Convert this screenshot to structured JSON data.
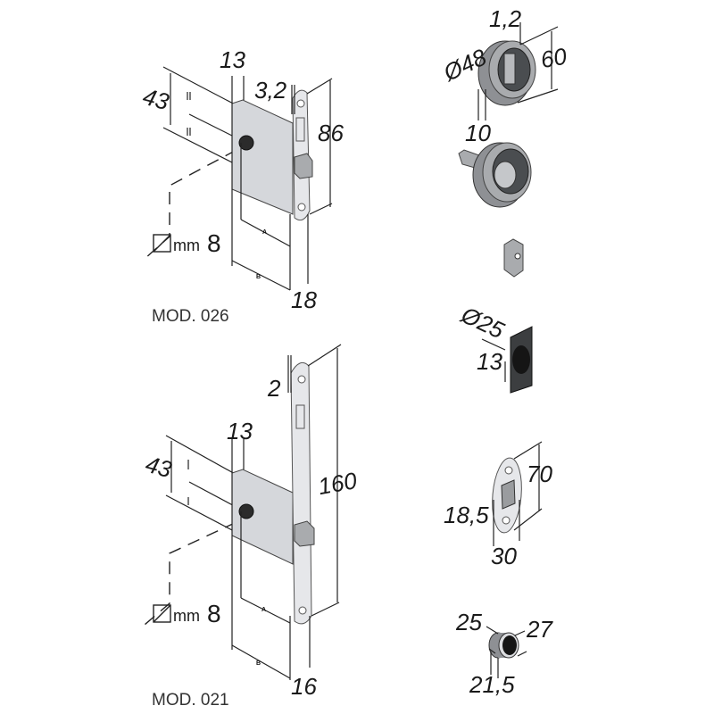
{
  "models": [
    {
      "id": "026",
      "label": "MOD. 026",
      "dimensions": {
        "body_depth": "13",
        "plate_thickness": "3,2",
        "backset_height": "43",
        "plate_height": "86",
        "total_depth": "18",
        "spindle_mm": "mm",
        "spindle_size": "8",
        "dim_a": "A",
        "dim_b": "B"
      }
    },
    {
      "id": "021",
      "label": "MOD. 021",
      "dimensions": {
        "body_depth": "13",
        "plate_thickness": "2",
        "backset_height": "43",
        "plate_height": "160",
        "total_depth": "16",
        "spindle_mm": "mm",
        "spindle_size": "8",
        "dim_a": "A",
        "dim_b": "B"
      }
    }
  ],
  "accessories": {
    "flush_handle": {
      "thickness": "1,2",
      "diameter": "Ø48",
      "height": "60",
      "depth": "10"
    },
    "thumb_turn": {},
    "spindle_block": {},
    "keep": {
      "diameter": "Ø25",
      "depth": "13"
    },
    "strike_plate": {
      "width_inner": "18,5",
      "height": "70",
      "width": "30"
    },
    "cylinder_cup": {
      "diameter_a": "25",
      "diameter_b": "27",
      "depth": "21,5"
    }
  }
}
